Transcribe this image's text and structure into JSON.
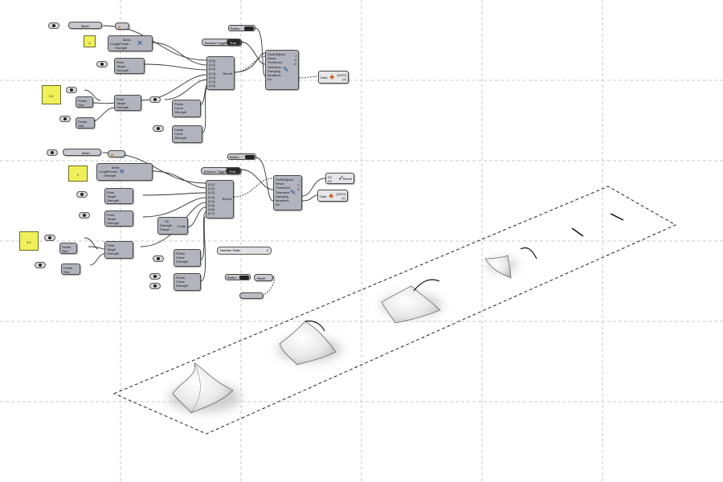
{
  "canvas": {
    "background": "#ffffff",
    "grid_color": "#c8c8c8",
    "node_color": "#b3b3bd",
    "panel_color": "#f0f05a"
  },
  "upper": {
    "mesh_label": "Mesh",
    "mesh_node": {
      "label_a": "Mesh",
      "label_b": "LengthFactor",
      "label_c": "Strength"
    },
    "pt1": {
      "a": "Point",
      "b": "Target",
      "c": "Strength"
    },
    "pt2": {
      "a": "Point",
      "b": "Target",
      "c": "Strength"
    },
    "pt3": {
      "a": "Points",
      "b": "Curve",
      "c": "Strength"
    },
    "pt4": {
      "a": "Points",
      "b": "Curve",
      "c": "Strength"
    },
    "small1": {
      "a": "Points",
      "b": "Size"
    },
    "small2": {
      "a": "Points",
      "b": "Size"
    },
    "panel_text": "0.1",
    "panel_small": "1",
    "merge_ins": [
      "{0;0}",
      "{0;1}",
      "{0;2}",
      "{0;3}",
      "{0;4}",
      "{0;5}",
      "{0;6}"
    ],
    "merge_out": "Result",
    "boolean_label": "Boolean Toggle",
    "boolean_value": "True",
    "button_label": "Button",
    "solver": {
      "title": "GoalObjects",
      "ins": [
        "Reset",
        "Threshold",
        "Tolerance",
        "Damping",
        "Iterations",
        "On"
      ],
      "outs": [
        "I",
        "V",
        "O"
      ]
    },
    "data": {
      "label": "Data",
      "outs": [
        "(0/2/0)",
        "(1)"
      ]
    }
  },
  "lower": {
    "mesh_label": "Mesh",
    "mesh_node": {
      "label_a": "Mesh",
      "label_b": "LengthFactor",
      "label_c": "Strength"
    },
    "pt1": {
      "a": "Point",
      "b": "Target",
      "c": "Strength"
    },
    "pt2": {
      "a": "Point",
      "b": "Target",
      "c": "Strength"
    },
    "pt3": {
      "a": "Point",
      "b": "Target",
      "c": "Strength"
    },
    "pt4": {
      "a": "Points",
      "b": "Curve",
      "c": "Strength"
    },
    "pt5": {
      "a": "Points",
      "b": "Curve",
      "c": "Strength"
    },
    "angle": {
      "a": "Str",
      "b": "Strength",
      "c": "Range",
      "out": "Goals"
    },
    "small1": {
      "a": "Points",
      "b": "Size"
    },
    "small2": {
      "a": "Points",
      "b": "Size"
    },
    "panel_text": "0.1",
    "panel_small": "1",
    "merge_ins": [
      "{0;0}",
      "{0;1}",
      "{0;2}",
      "{0;3}",
      "{0;4}",
      "{0;5}",
      "{0;6}",
      "{0;7}"
    ],
    "merge_out": "Result",
    "boolean_label": "Boolean Toggle",
    "boolean_value": "True",
    "button_label": "Button",
    "solver": {
      "title": "GoalObjects",
      "ins": [
        "Reset",
        "Threshold",
        "Tolerance",
        "Damping",
        "Iterations",
        "On"
      ],
      "outs": [
        "I",
        "V",
        "O"
      ]
    },
    "result": {
      "ins": [
        "D1",
        "D2"
      ],
      "out": "Result"
    },
    "data": {
      "label": "Data",
      "outs": [
        "(0/2/0)",
        "(1)"
      ]
    },
    "number_slider": {
      "label": "Number Slider",
      "value": "0"
    },
    "button2": {
      "label": "Button",
      "out": "Reset"
    }
  },
  "render": {
    "surface_color": "#f2f2f2",
    "edge_color": "#111111",
    "frame_dash": "#222222",
    "stages": 7
  }
}
